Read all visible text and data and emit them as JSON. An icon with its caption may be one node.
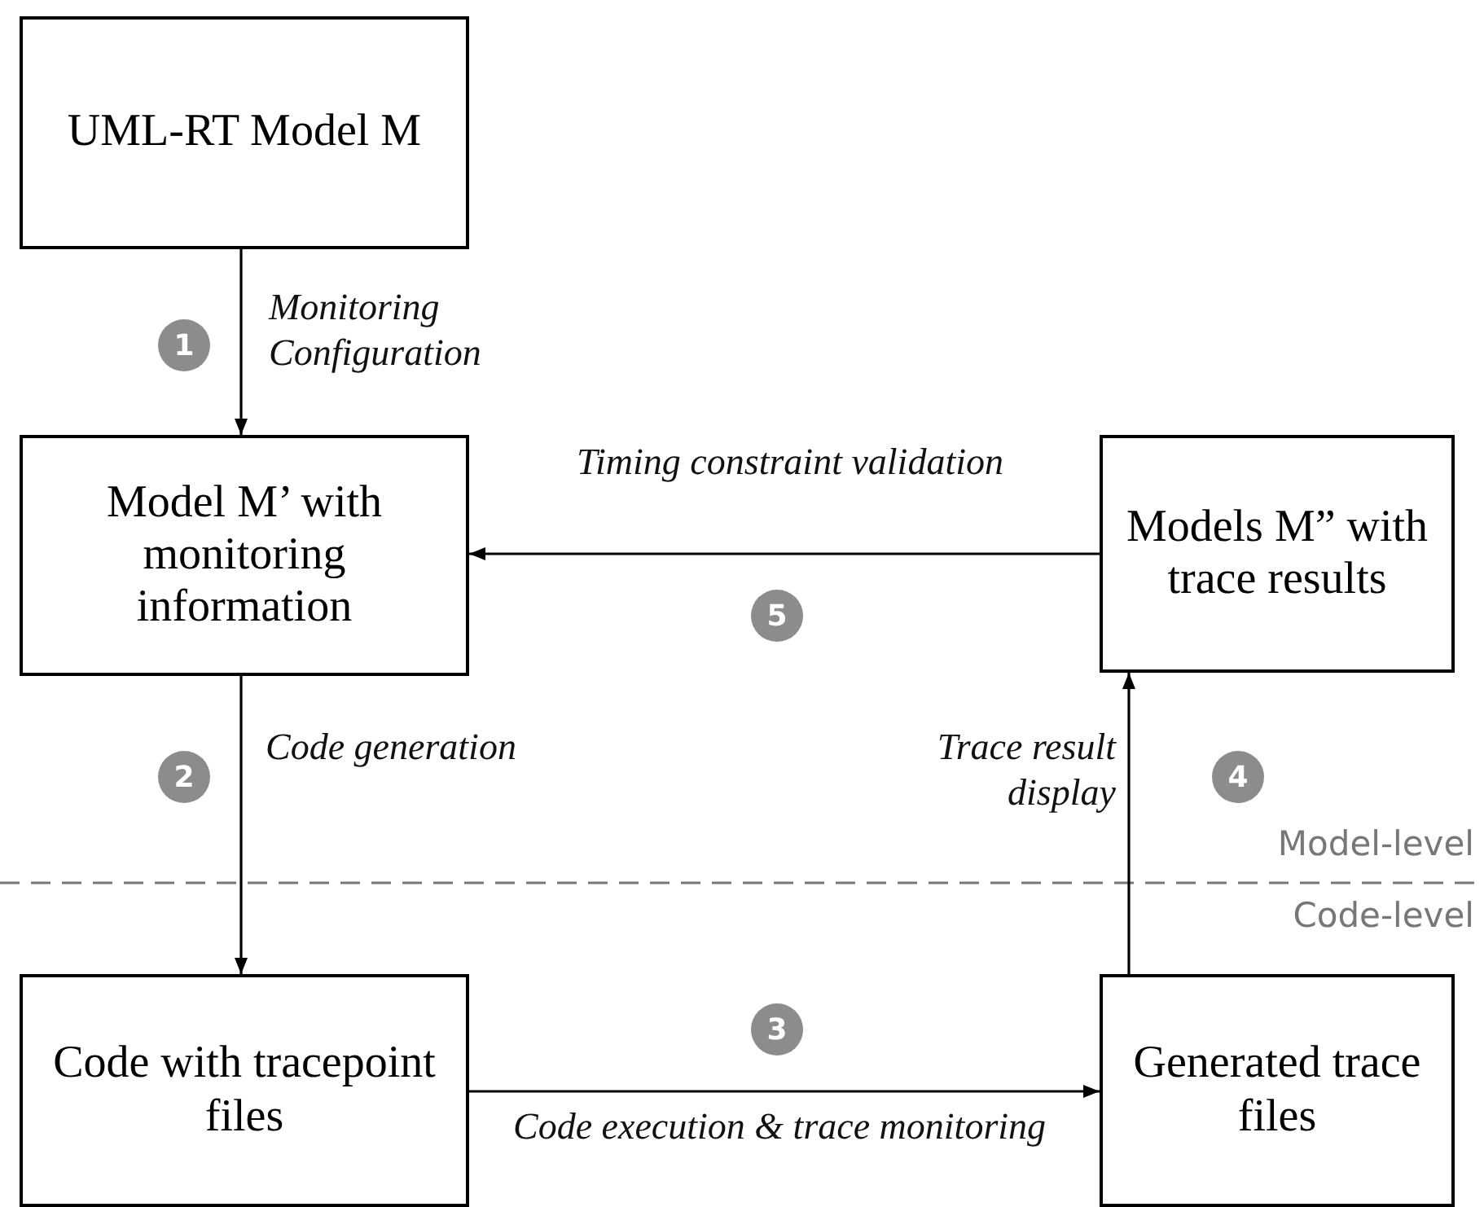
{
  "diagram": {
    "nodes": [
      {
        "text": [
          "UML-RT Model M"
        ]
      },
      {
        "text": [
          "Model M’ with monitoring information"
        ]
      },
      {
        "text": [
          "Models M” with trace results"
        ]
      },
      {
        "text": [
          "Code with tracepoint files"
        ]
      },
      {
        "text": [
          "Generated trace files"
        ]
      }
    ],
    "edges": [
      {
        "from": 0,
        "to": 1,
        "arrow": "to",
        "label": "Monitoring Configuration"
      },
      {
        "from": 1,
        "to": 3,
        "arrow": "to",
        "label": "Code generation"
      },
      {
        "from": 3,
        "to": 4,
        "arrow": "to",
        "label": "Code execution & trace monitoring"
      },
      {
        "from": 4,
        "to": 2,
        "arrow": "to",
        "label": "Trace result display"
      },
      {
        "from": 2,
        "to": 1,
        "arrow": "to",
        "label": "Timing constraint validation"
      }
    ],
    "labels": [
      "1",
      "5",
      "2",
      "4",
      "Model-level",
      "Code-level",
      "3"
    ]
  }
}
